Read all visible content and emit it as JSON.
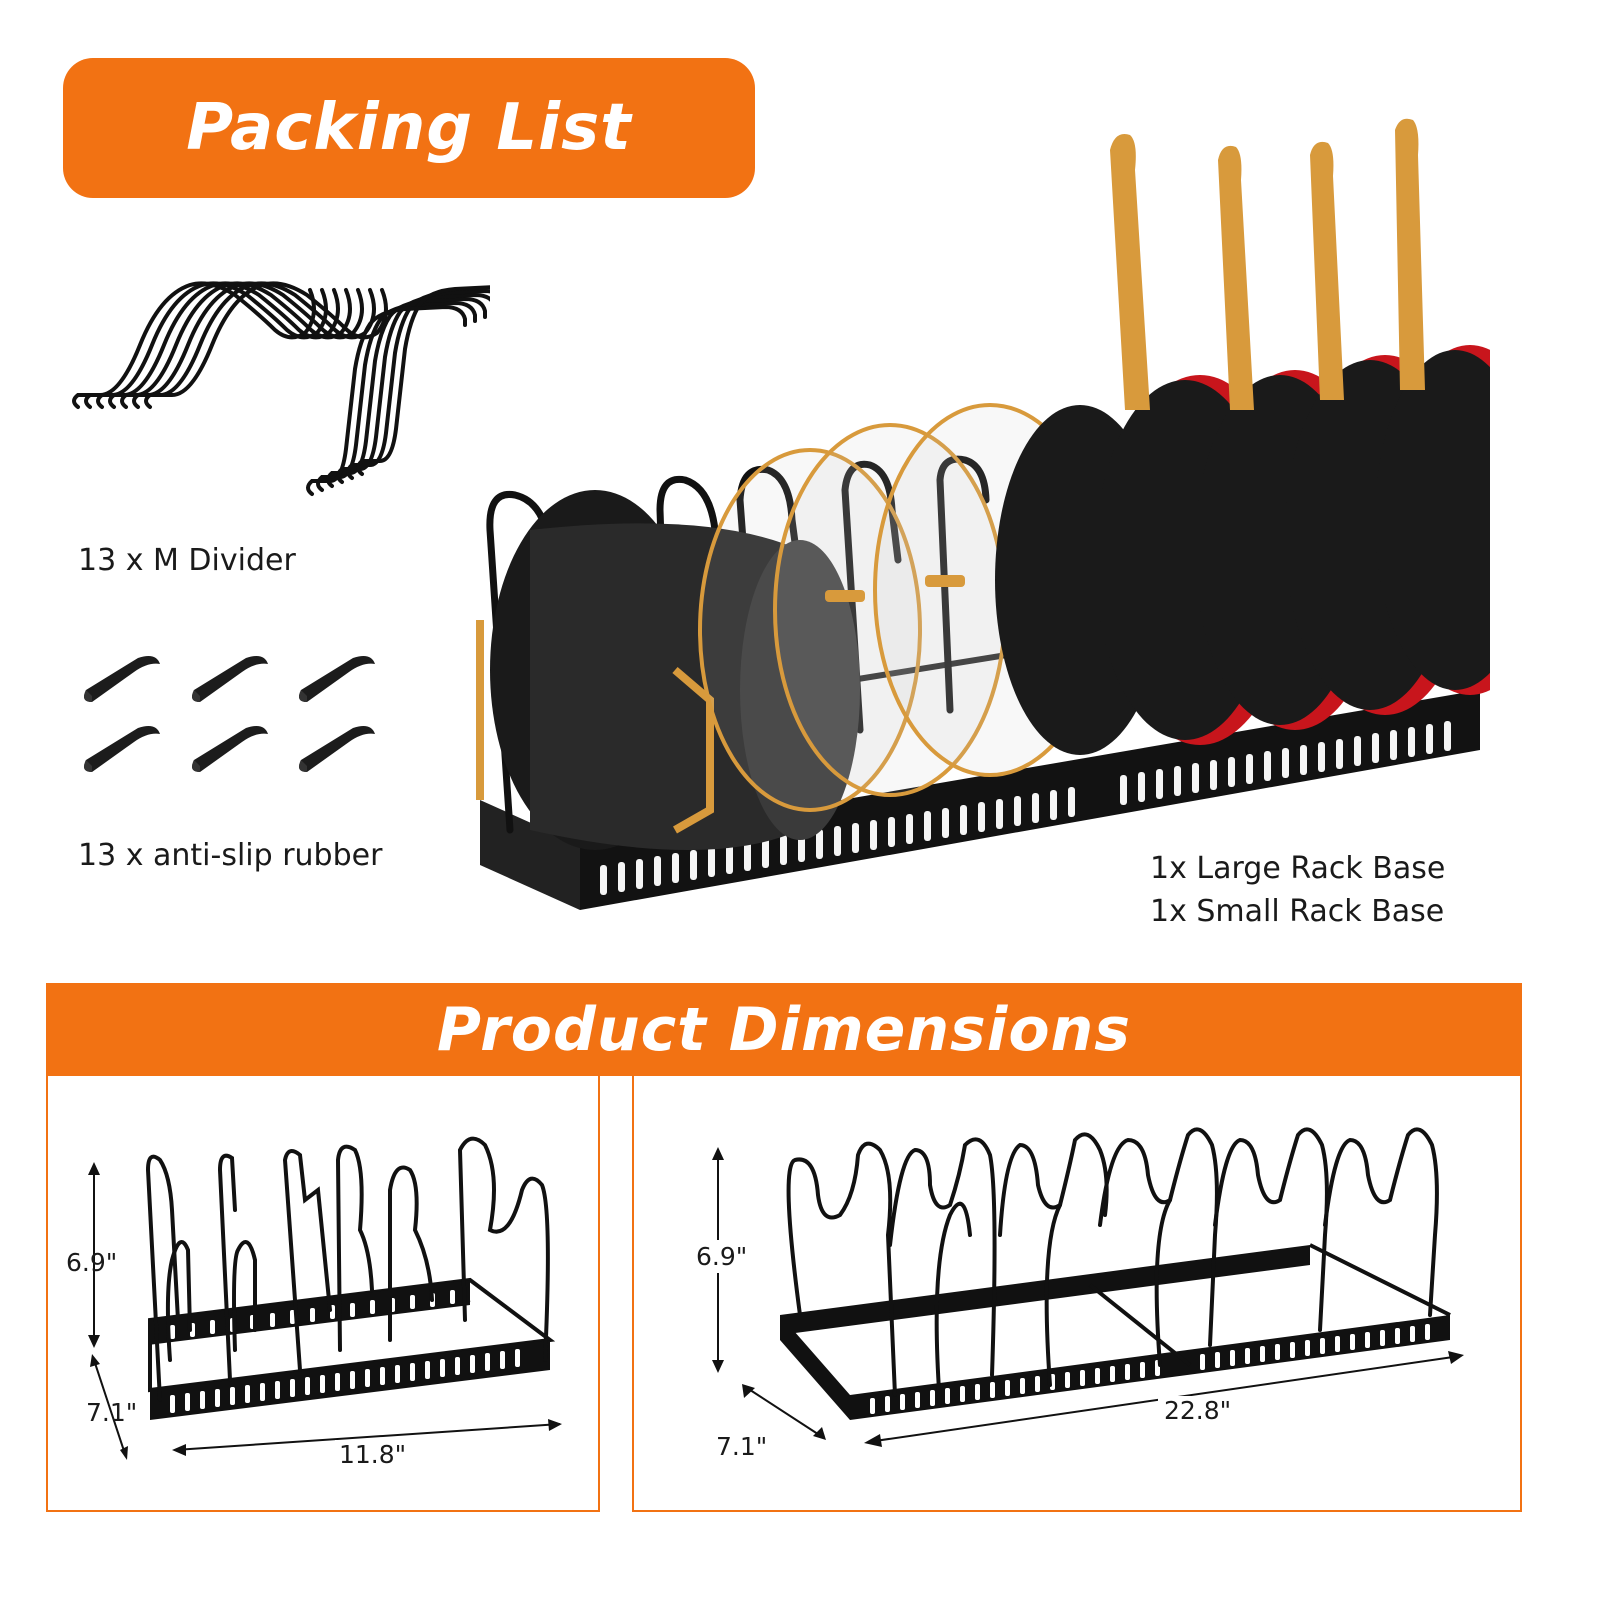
{
  "colors": {
    "accent": "#f27213",
    "rack": "#111111",
    "handle": "#d89a3c",
    "pan_rim": "#c8151c"
  },
  "packing": {
    "title": "Packing List",
    "items": [
      {
        "label": "13 x M Divider",
        "icon": "m-divider-icon"
      },
      {
        "label": "13 x anti-slip rubber",
        "icon": "anti-slip-rubber-icon"
      }
    ],
    "base_lines": [
      "1x Large Rack Base",
      "1x Small Rack Base"
    ]
  },
  "dimensions": {
    "title": "Product Dimensions",
    "small": {
      "height": "6.9\"",
      "depth": "7.1\"",
      "length": "11.8\""
    },
    "large": {
      "height": "6.9\"",
      "depth": "7.1\"",
      "length": "22.8\""
    }
  }
}
